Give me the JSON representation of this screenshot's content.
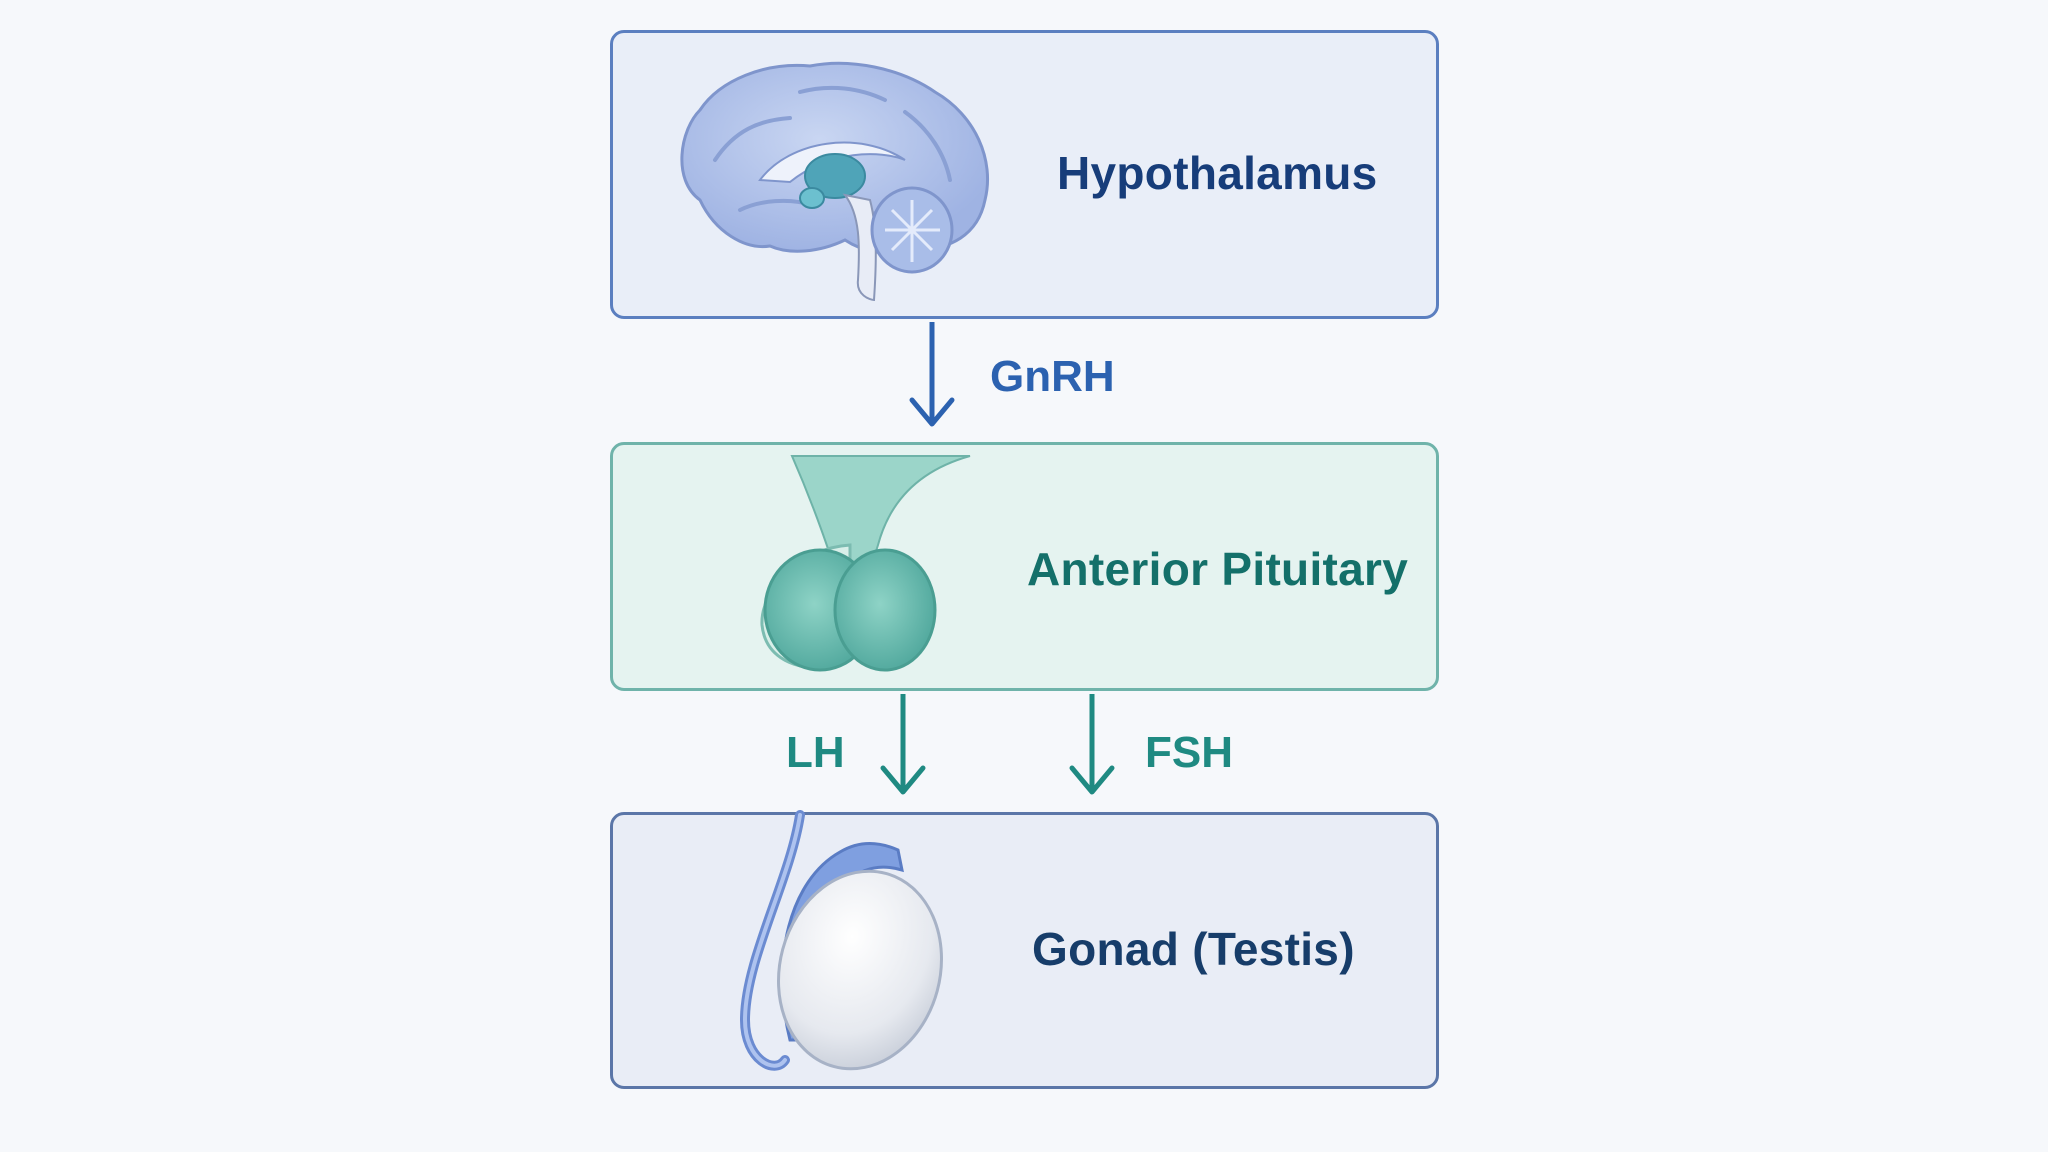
{
  "nodes": {
    "hypothalamus": {
      "label": "Hypothalamus",
      "icon": "brain-icon"
    },
    "anterior_pituitary": {
      "label": "Anterior Pituitary",
      "icon": "pituitary-gland-icon"
    },
    "gonad": {
      "label": "Gonad (Testis)",
      "icon": "testis-icon"
    }
  },
  "edges": [
    {
      "from": "hypothalamus",
      "to": "anterior_pituitary",
      "label": "GnRH",
      "color": "#2c62b0"
    },
    {
      "from": "anterior_pituitary",
      "to": "gonad",
      "label": "LH",
      "color": "#1f8a82"
    },
    {
      "from": "anterior_pituitary",
      "to": "gonad",
      "label": "FSH",
      "color": "#1f8a82"
    }
  ],
  "colors": {
    "hypothalamus_border": "#5b7fc0",
    "pituitary_border": "#6fb3aa",
    "gonad_border": "#5b76a8",
    "background": "#f6f8fb"
  }
}
